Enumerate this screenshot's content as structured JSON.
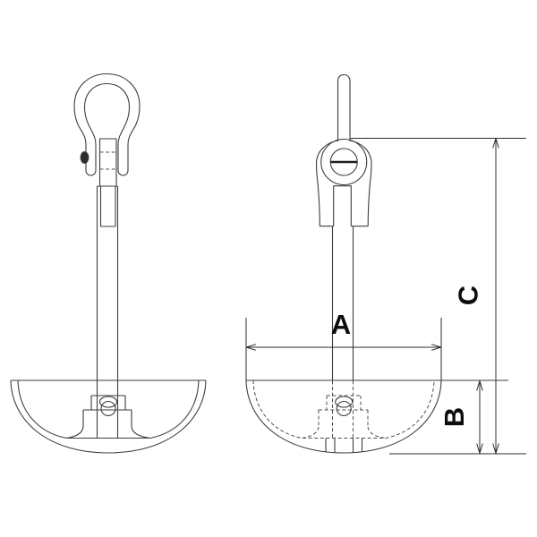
{
  "drawing": {
    "background": "#ffffff",
    "object_line_color": "#3e3e3e",
    "hidden_line_color": "#4f4f4f",
    "dimension_line_color": "#2e2e2e",
    "label_color": "#0c0c0c",
    "dimension_labels": {
      "a": "A",
      "b": "B",
      "c": "C"
    }
  }
}
